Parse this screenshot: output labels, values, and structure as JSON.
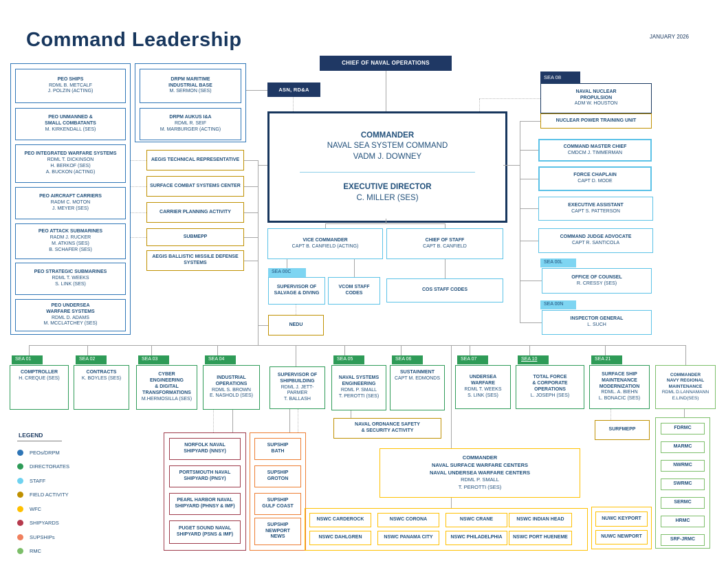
{
  "meta": {
    "title": "Command Leadership",
    "date": "JANUARY 2026"
  },
  "colors": {
    "navy": "#1F3864",
    "text": "#1F4E79",
    "peo_drpm_border": "#2E75B6",
    "staff_border": "#5BC2E7",
    "staff_tag_bg": "#7ED5F2",
    "directorate_green": "#2E9B57",
    "field_activity_gold": "#BF9000",
    "wfc_yellow": "#FFC000",
    "shipyard_red": "#9E3A4A",
    "supship_orange": "#ED7D31",
    "rmc_green": "#7CBE69",
    "connector_gray": "#A6A6A6"
  },
  "tags": {
    "sea08": "SEA 08",
    "sea00c": "SEA 00C",
    "sea00l": "SEA 00L",
    "sea00n": "SEA 00N",
    "sea01": "SEA 01",
    "sea02": "SEA 02",
    "sea03": "SEA 03",
    "sea04": "SEA 04",
    "sea05": "SEA 05",
    "sea06": "SEA 06",
    "sea07": "SEA 07",
    "sea10": "SEA 10",
    "sea21": "SEA 21"
  },
  "nodes": {
    "cno": {
      "tl": [
        "CHIEF OF NAVAL OPERATIONS"
      ]
    },
    "asn": {
      "tl": [
        "ASN, RD&A"
      ]
    },
    "commander": {
      "t1": "COMMANDER",
      "l1": "NAVAL SEA SYSTEM COMMAND",
      "l2": "VADM J. DOWNEY",
      "t2": "EXECUTIVE DIRECTOR",
      "l3": "C. MILLER (SES)"
    },
    "peo_ships": {
      "tl": [
        "PEO SHIPS"
      ],
      "sl": [
        "RDML B. METCALF",
        "J. POLZIN (ACTING)"
      ]
    },
    "peo_usc": {
      "tl": [
        "PEO UNMANNED &",
        "SMALL COMBATANTS"
      ],
      "sl": [
        "M. KIRKENDALL (SES)"
      ]
    },
    "peo_iws": {
      "tl": [
        "PEO INTEGRATED WARFARE SYSTEMS"
      ],
      "sl": [
        "RDML T. DICKINSON",
        "H. BERKOF (SES)",
        "A. BUCKON (ACTING)"
      ]
    },
    "peo_cvn": {
      "tl": [
        "PEO AIRCRAFT CARRIERS"
      ],
      "sl": [
        "RADM C. MOTON",
        "J. MEYER (SES)"
      ]
    },
    "peo_ssn": {
      "tl": [
        "PEO ATTACK SUBMARINES"
      ],
      "sl": [
        "RADM J. RUCKER",
        "M. ATKINS (SES)",
        "B. SCHAFER (SES)"
      ]
    },
    "peo_ssbn": {
      "tl": [
        "PEO STRATEGIC SUBMARINES"
      ],
      "sl": [
        "RDML T. WEEKS",
        "S. LINK (SES)"
      ]
    },
    "peo_uws": {
      "tl": [
        "PEO UNDERSEA",
        "WARFARE SYSTEMS"
      ],
      "sl": [
        "RDML D. ADAMS",
        "M. MCCLATCHEY (SES)"
      ]
    },
    "drpm_mib": {
      "tl": [
        "DRPM MARITIME",
        "INDUSTRIAL BASE"
      ],
      "sl": [
        "M. SERMON (SES)"
      ]
    },
    "drpm_aukus": {
      "tl": [
        "DRPM AUKUS I&A"
      ],
      "sl": [
        "RDML R. SEIF",
        "M. MARBURGER (ACTING)"
      ]
    },
    "aegis_tr": {
      "tl": [
        "AEGIS TECHNICAL REPRESENTATIVE"
      ]
    },
    "scsc": {
      "tl": [
        "SURFACE COMBAT SYSTEMS CENTER"
      ]
    },
    "cpa": {
      "tl": [
        "CARRIER PLANNING ACTIVITY"
      ]
    },
    "submepp": {
      "tl": [
        "SUBMEPP"
      ]
    },
    "aegis_bmd": {
      "tl": [
        "AEGIS BALLISTIC MISSILE DEFENSE SYSTEMS"
      ]
    },
    "vcom": {
      "tl": [
        "VICE COMMANDER"
      ],
      "sl": [
        "CAPT B. CANFIELD (ACTING)"
      ]
    },
    "cos": {
      "tl": [
        "CHIEF OF STAFF"
      ],
      "sl": [
        "CAPT B. CANFIELD"
      ]
    },
    "sosd": {
      "tl": [
        "SUPERVISOR OF SALVAGE & DIVING"
      ]
    },
    "vcom_codes": {
      "tl": [
        "VCOM STAFF CODES"
      ]
    },
    "cos_codes": {
      "tl": [
        "COS STAFF CODES"
      ]
    },
    "nedu": {
      "tl": [
        "NEDU"
      ]
    },
    "nnp": {
      "tl": [
        "NAVAL NUCLEAR",
        "PROPULSION"
      ],
      "sl": [
        "ADM W. HOUSTON"
      ]
    },
    "nptu": {
      "tl": [
        "NUCLEAR POWER TRAINING UNIT"
      ]
    },
    "cmc": {
      "tl": [
        "COMMAND MASTER CHIEF"
      ],
      "sl": [
        "CMDCM J. TIMMERMAN"
      ]
    },
    "chaplain": {
      "tl": [
        "FORCE CHAPLAIN"
      ],
      "sl": [
        "CAPT D. MODE"
      ]
    },
    "ea": {
      "tl": [
        "EXECUTIVE ASSISTANT"
      ],
      "sl": [
        "CAPT S. PATTERSON"
      ]
    },
    "cja": {
      "tl": [
        "COMMAND JUDGE ADVOCATE"
      ],
      "sl": [
        "CAPT R. SANTICOLA"
      ]
    },
    "counsel": {
      "tl": [
        "OFFICE OF COUNSEL"
      ],
      "sl": [
        "R. CRESSY (SES)"
      ]
    },
    "ig": {
      "tl": [
        "INSPECTOR GENERAL"
      ],
      "sl": [
        "L. SUCH"
      ]
    },
    "sea01": {
      "tl": [
        "COMPTROLLER"
      ],
      "sl": [
        "H. CREQUE (SES)"
      ]
    },
    "sea02": {
      "tl": [
        "CONTRACTS"
      ],
      "sl": [
        "K. BOYLES (SES)"
      ]
    },
    "sea03": {
      "tl": [
        "CYBER",
        "ENGINEERING",
        "& DIGITAL",
        "TRANSFORMATIONS"
      ],
      "sl": [
        "M.HERMOSILLA (SES)"
      ]
    },
    "sea04": {
      "tl": [
        "INDUSTRIAL",
        "OPERATIONS"
      ],
      "sl": [
        "RDML S. BROWN",
        "E. NASHOLD (SES)"
      ]
    },
    "supship_boss": {
      "tl": [
        "SUPERVISOR OF",
        "SHIPBUILDING"
      ],
      "sl": [
        "RDML J. JETT-",
        "PARMER",
        "T. BALLASH"
      ]
    },
    "sea05": {
      "tl": [
        "NAVAL SYSTEMS",
        "ENGINEERING"
      ],
      "sl": [
        "RDML P. SMALL",
        "T. PEROTTI (SES)"
      ]
    },
    "sea06": {
      "tl": [
        "SUSTAINMENT"
      ],
      "sl": [
        "CAPT M. EDMONDS"
      ]
    },
    "sea07": {
      "tl": [
        "UNDERSEA",
        "WARFARE"
      ],
      "sl": [
        "RDML T. WEEKS",
        "S. LINK (SES)"
      ]
    },
    "sea10": {
      "tl": [
        "TOTAL FORCE",
        "& CORPORATE",
        "OPERATIONS"
      ],
      "sl": [
        "L. JOSEPH (SES)"
      ]
    },
    "sea21": {
      "tl": [
        "SURFACE SHIP",
        "MAINTENANCE",
        "MODERNIZATION"
      ],
      "sl": [
        "RDML. A. BIEHN",
        "L. BONACIC (SES)"
      ]
    },
    "cnrm": {
      "tl": [
        "COMMANDER",
        "NAVY REGIONAL",
        "MAINTENANCE"
      ],
      "sl": [
        "RDML D.LANNAMANN",
        "E.LIND(SES)"
      ]
    },
    "nossa": {
      "tl": [
        "NAVAL ORDNANCE SAFETY",
        "& SECURITY ACTIVITY"
      ]
    },
    "nswc_cmdr": {
      "tl": [
        "COMMANDER",
        "NAVAL SURFACE WARFARE CENTERS",
        "NAVAL UNDERSEA WARFARE CENTERS"
      ],
      "sl": [
        "RDML P. SMALL",
        "T. PEROTTI (SES)"
      ]
    },
    "nnsy": {
      "tl": [
        "NORFOLK NAVAL",
        "SHIPYARD (NNSY)"
      ]
    },
    "pnsy": {
      "tl": [
        "PORTSMOUTH NAVAL",
        "SHIPYARD (PNSY)"
      ]
    },
    "phnsy": {
      "tl": [
        "PEARL HARBOR NAVAL",
        "SHIPYARD (PHNSY & IMF)"
      ]
    },
    "psns": {
      "tl": [
        "PUGET SOUND NAVAL",
        "SHIPYARD (PSNS & IMF)"
      ]
    },
    "ss_bath": {
      "tl": [
        "SUPSHIP",
        "BATH"
      ]
    },
    "ss_groton": {
      "tl": [
        "SUPSHIP",
        "GROTON"
      ]
    },
    "ss_gulf": {
      "tl": [
        "SUPSHIP",
        "GULF COAST"
      ]
    },
    "ss_newport": {
      "tl": [
        "SUPSHIP",
        "NEWPORT",
        "NEWS"
      ]
    },
    "carderock": {
      "tl": [
        "NSWC CARDEROCK"
      ]
    },
    "corona": {
      "tl": [
        "NSWC CORONA"
      ]
    },
    "crane": {
      "tl": [
        "NSWC CRANE"
      ]
    },
    "indian_head": {
      "tl": [
        "NSWC INDIAN HEAD"
      ]
    },
    "dahlgren": {
      "tl": [
        "NSWC DAHLGREN"
      ]
    },
    "panama": {
      "tl": [
        "NSWC PANAMA CITY"
      ]
    },
    "philadelphia": {
      "tl": [
        "NSWC PHILADELPHIA"
      ]
    },
    "hueneme": {
      "tl": [
        "NSWC PORT HUENEME"
      ]
    },
    "keyport": {
      "tl": [
        "NUWC KEYPORT"
      ]
    },
    "nuwc_newport": {
      "tl": [
        "NUWC NEWPORT"
      ]
    },
    "surfmepp": {
      "tl": [
        "SURFMEPP"
      ]
    },
    "fdrmc": {
      "tl": [
        "FDRMC"
      ]
    },
    "marmc": {
      "tl": [
        "MARMC"
      ]
    },
    "nwrmc": {
      "tl": [
        "NWRMC"
      ]
    },
    "swrmc": {
      "tl": [
        "SWRMC"
      ]
    },
    "sermc": {
      "tl": [
        "SERMC"
      ]
    },
    "hrmc": {
      "tl": [
        "HRMC"
      ]
    },
    "srf_jrmc": {
      "tl": [
        "SRF-JRMC"
      ]
    }
  },
  "legend": {
    "title": "LEGEND",
    "items": [
      {
        "label": "PEOs/DRPM",
        "dot_css": "background:#2E75B6"
      },
      {
        "label": "DIRECTORATES",
        "dot_css": "background:#2E9B57"
      },
      {
        "label": "STAFF",
        "dot_css": "background:#6FD2F0"
      },
      {
        "label": "FIELD ACTIVITY",
        "dot_css": "background:#BF9000"
      },
      {
        "label": "WFC",
        "dot_css": "background:#FFC000"
      },
      {
        "label": "SHIPYARDS",
        "dot_css": "background:#B63A4D"
      },
      {
        "label": "SUPSHIPs",
        "dot_css": "background:#F0805E"
      },
      {
        "label": "RMC",
        "dot_css": "background:#7CBE69"
      }
    ]
  }
}
